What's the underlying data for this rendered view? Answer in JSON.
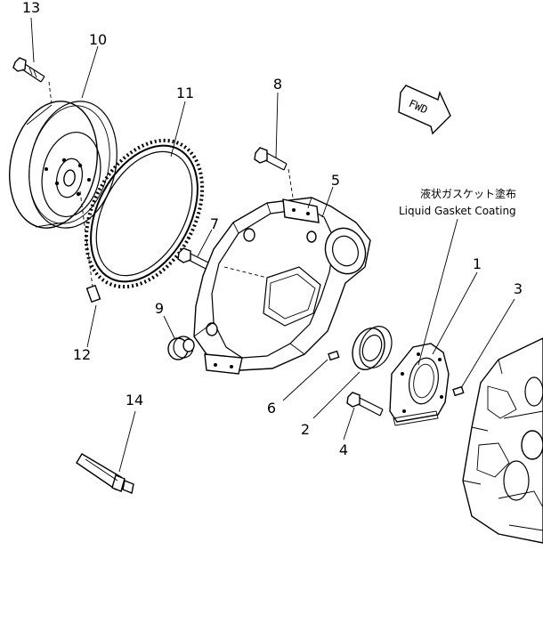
{
  "callouts": {
    "c1": "1",
    "c2": "2",
    "c3": "3",
    "c4": "4",
    "c5": "5",
    "c6": "6",
    "c7": "7",
    "c8": "8",
    "c9": "9",
    "c10": "10",
    "c11": "11",
    "c12": "12",
    "c13": "13",
    "c14": "14"
  },
  "note": {
    "japanese": "液状ガスケット塗布",
    "english": "Liquid Gasket Coating"
  },
  "direction": {
    "label": "FWD"
  }
}
